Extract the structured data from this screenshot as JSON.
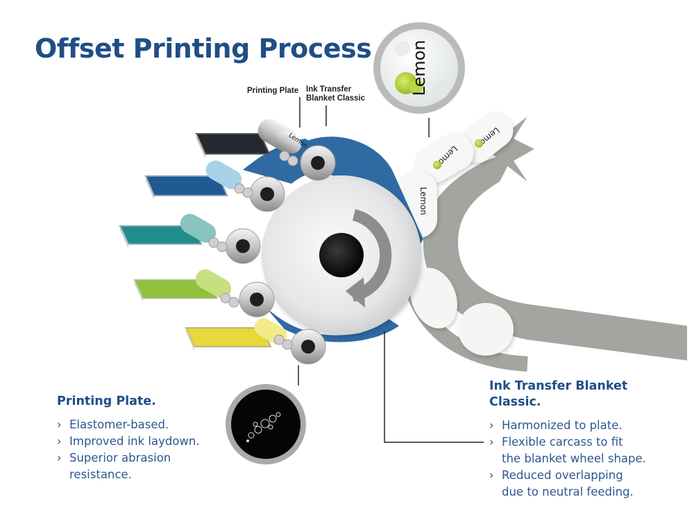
{
  "title": "Offset Printing Process",
  "callouts": {
    "printing_plate": "Printing Plate",
    "blanket_line1": "Ink Transfer",
    "blanket_line2": "Blanket Classic"
  },
  "label_text": "Lemon",
  "printing_plate_panel": {
    "heading": "Printing Plate.",
    "bullets": [
      {
        "line1": "Elastomer-based.",
        "line2": ""
      },
      {
        "line1": "Improved ink laydown.",
        "line2": ""
      },
      {
        "line1": "Superior abrasion",
        "line2": "resistance."
      }
    ]
  },
  "blanket_panel": {
    "heading_line1": "Ink Transfer Blanket",
    "heading_line2": "Classic.",
    "bullets": [
      {
        "line1": "Harmonized to plate.",
        "line2": ""
      },
      {
        "line1": "Flexible carcass to fit",
        "line2": "the blanket wheel shape."
      },
      {
        "line1": "Reduced overlapping",
        "line2": "due to neutral feeding."
      }
    ]
  },
  "bullet_glyph": "›",
  "icons": [
    "chevron-right-icon",
    "rotation-arrow-icon",
    "output-arrow-icon",
    "lemon-icon"
  ],
  "colors": {
    "title": "#1f4e86",
    "text": "#2d5790",
    "ink_black": "#23292e",
    "ink_blue": "#1f5a93",
    "ink_teal": "#1f8e8a",
    "ink_green": "#8fc23a",
    "ink_yellow": "#e8d83a",
    "blanket": "#2f6aa3",
    "cylinder": "#e4e6e7",
    "conveyor": "#a3a5a0"
  }
}
